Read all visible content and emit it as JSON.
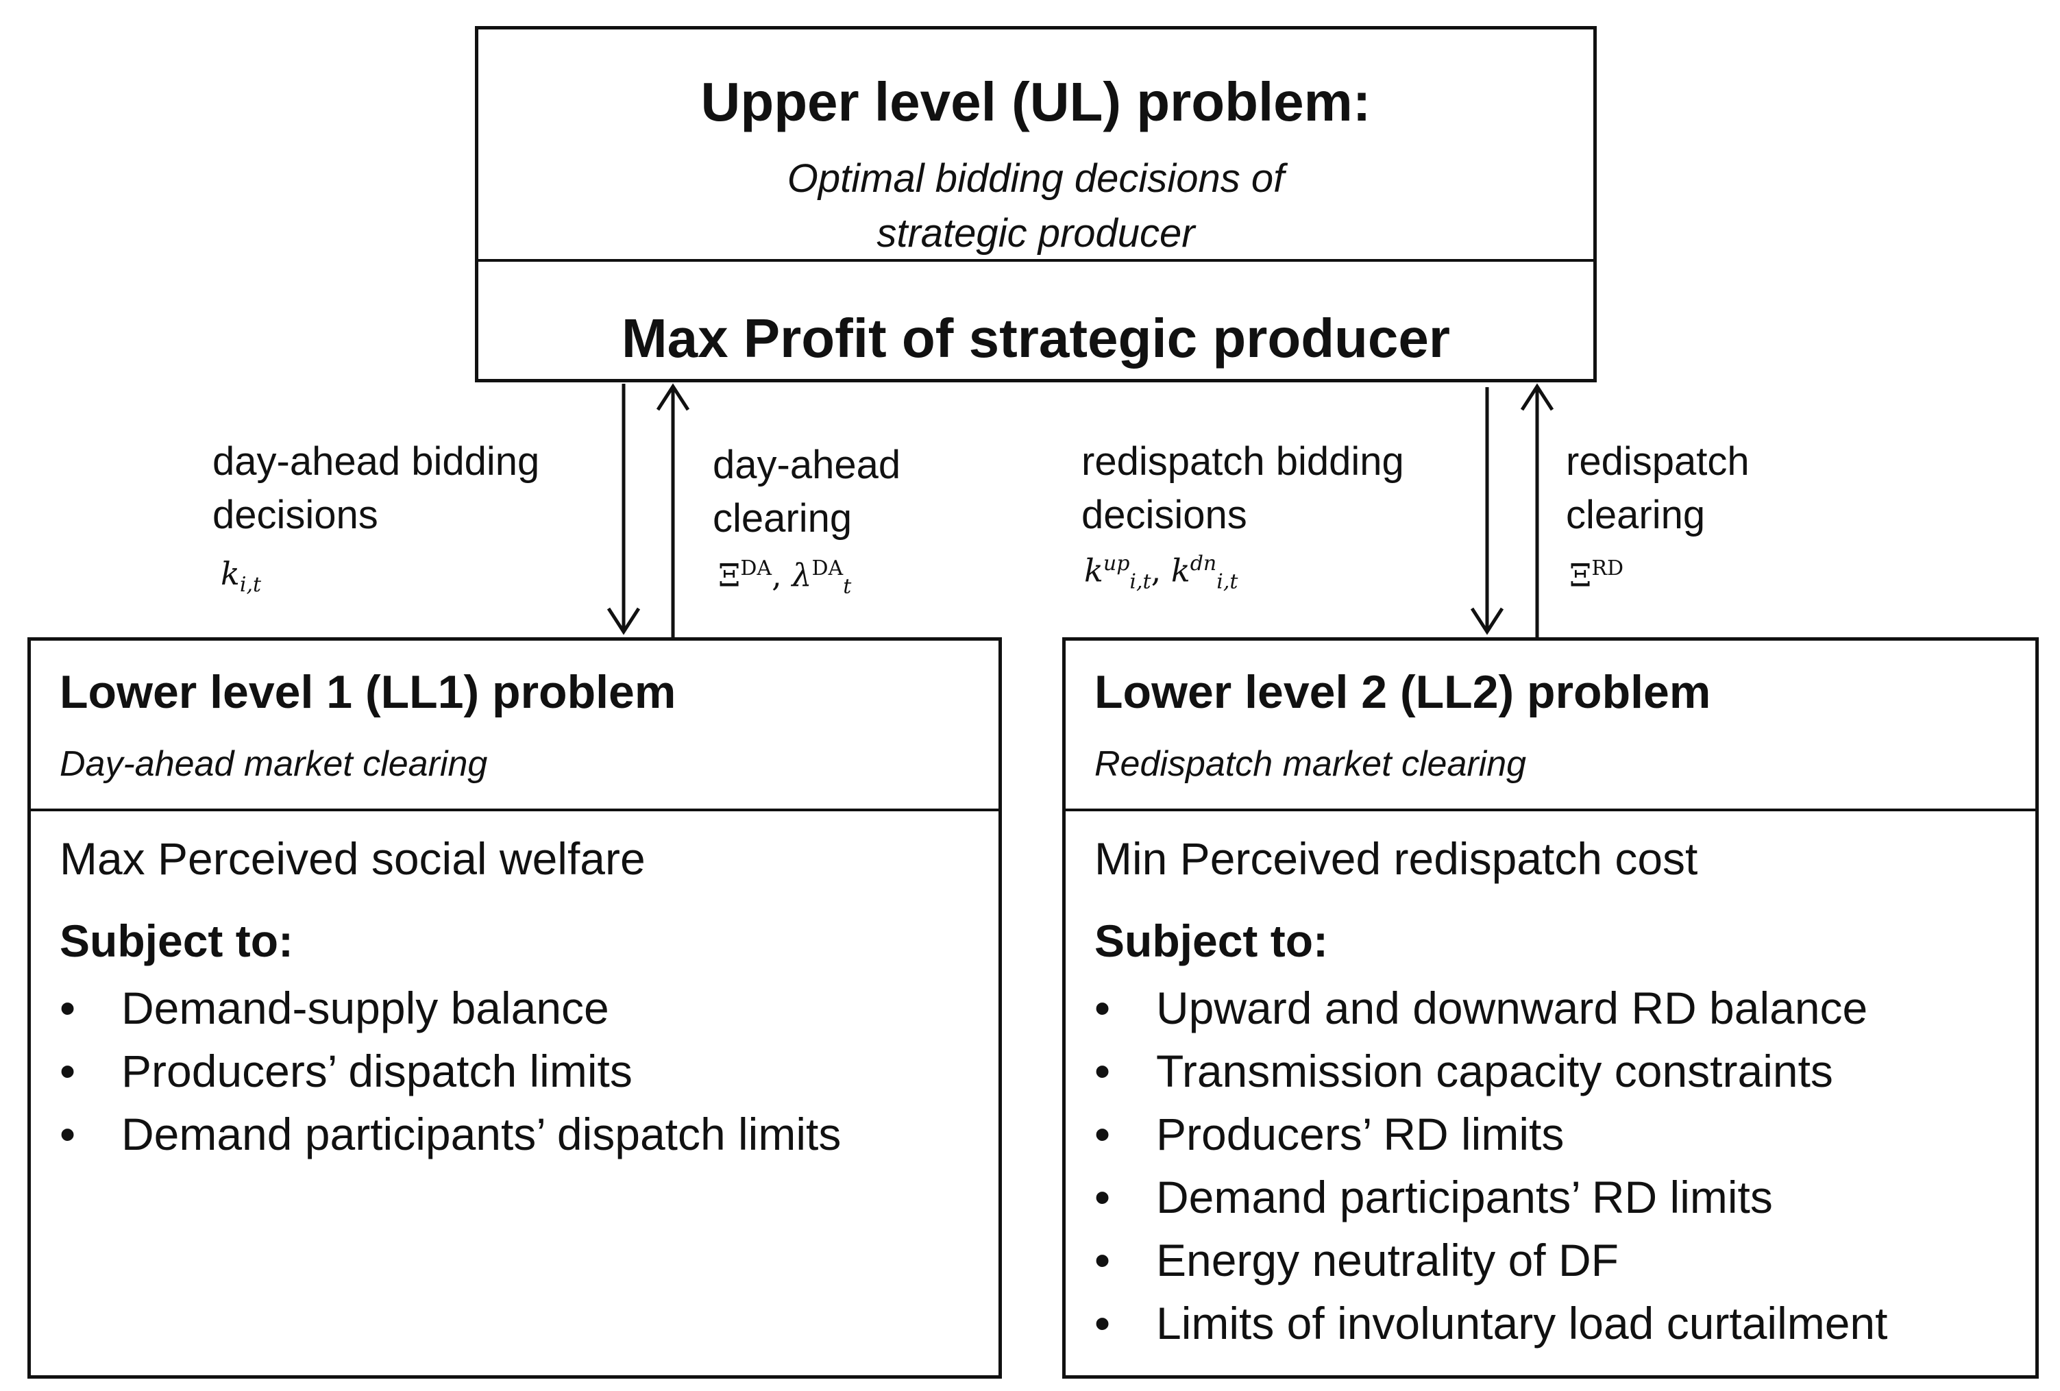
{
  "upper": {
    "title": "Upper level (UL) problem:",
    "subtitle_line1": "Optimal bidding decisions of",
    "subtitle_line2": "strategic producer",
    "objective": "Max Profit of strategic producer"
  },
  "ll1": {
    "title": "Lower level 1 (LL1) problem",
    "subtitle": "Day-ahead market clearing",
    "objective": "Max Perceived social welfare",
    "subject_to": "Subject to:",
    "constraints": [
      "Demand-supply balance",
      "Producers’ dispatch limits",
      "Demand participants’ dispatch limits"
    ]
  },
  "ll2": {
    "title": "Lower level 2 (LL2) problem",
    "subtitle": "Redispatch market clearing",
    "objective": "Min Perceived redispatch cost",
    "subject_to": "Subject to:",
    "constraints": [
      "Upward and downward RD balance",
      "Transmission capacity constraints",
      "Producers’ RD limits",
      "Demand participants’ RD limits",
      "Energy neutrality of DF",
      "Limits of involuntary load curtailment"
    ]
  },
  "links": {
    "da_bid_line1": "day-ahead bidding",
    "da_bid_line2": "decisions",
    "da_clear_line1": "day-ahead",
    "da_clear_line2": "clearing",
    "rd_bid_line1": "redispatch bidding",
    "rd_bid_line2": "decisions",
    "rd_clear_line1": "redispatch",
    "rd_clear_line2": "clearing"
  },
  "symbols": {
    "k": "k",
    "k_sub": "i,t",
    "xi": "Ξ",
    "da_sup": "DA",
    "lambda": "λ",
    "lambda_sub": "t",
    "comma": ", ",
    "up": "up",
    "dn": "dn",
    "rd_sup": "RD"
  }
}
